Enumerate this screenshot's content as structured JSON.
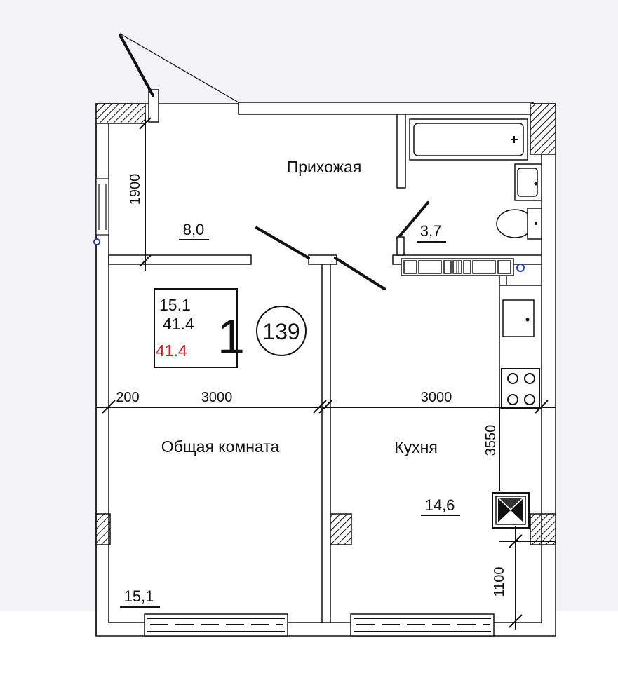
{
  "rooms": {
    "hallway": {
      "name": "Прихожая",
      "area": "8,0"
    },
    "bathroom": {
      "area": "3,7"
    },
    "living": {
      "name": "Общая комната",
      "area": "15,1"
    },
    "kitchen": {
      "name": "Кухня",
      "area": "14,6"
    }
  },
  "summary": {
    "living_area": "15.1",
    "total_area": "41.4",
    "total_area_red": "41.4",
    "rooms_count": "1",
    "apartment_number": "139"
  },
  "dimensions": {
    "hall_depth": "1900",
    "wall_offset": "200",
    "living_width": "3000",
    "kitchen_width": "3000",
    "kitchen_depth": "3550",
    "window_offset": "1100"
  },
  "colors": {
    "line": "#111111",
    "accent_red": "#e0191b",
    "background": "#f3f3f5"
  }
}
